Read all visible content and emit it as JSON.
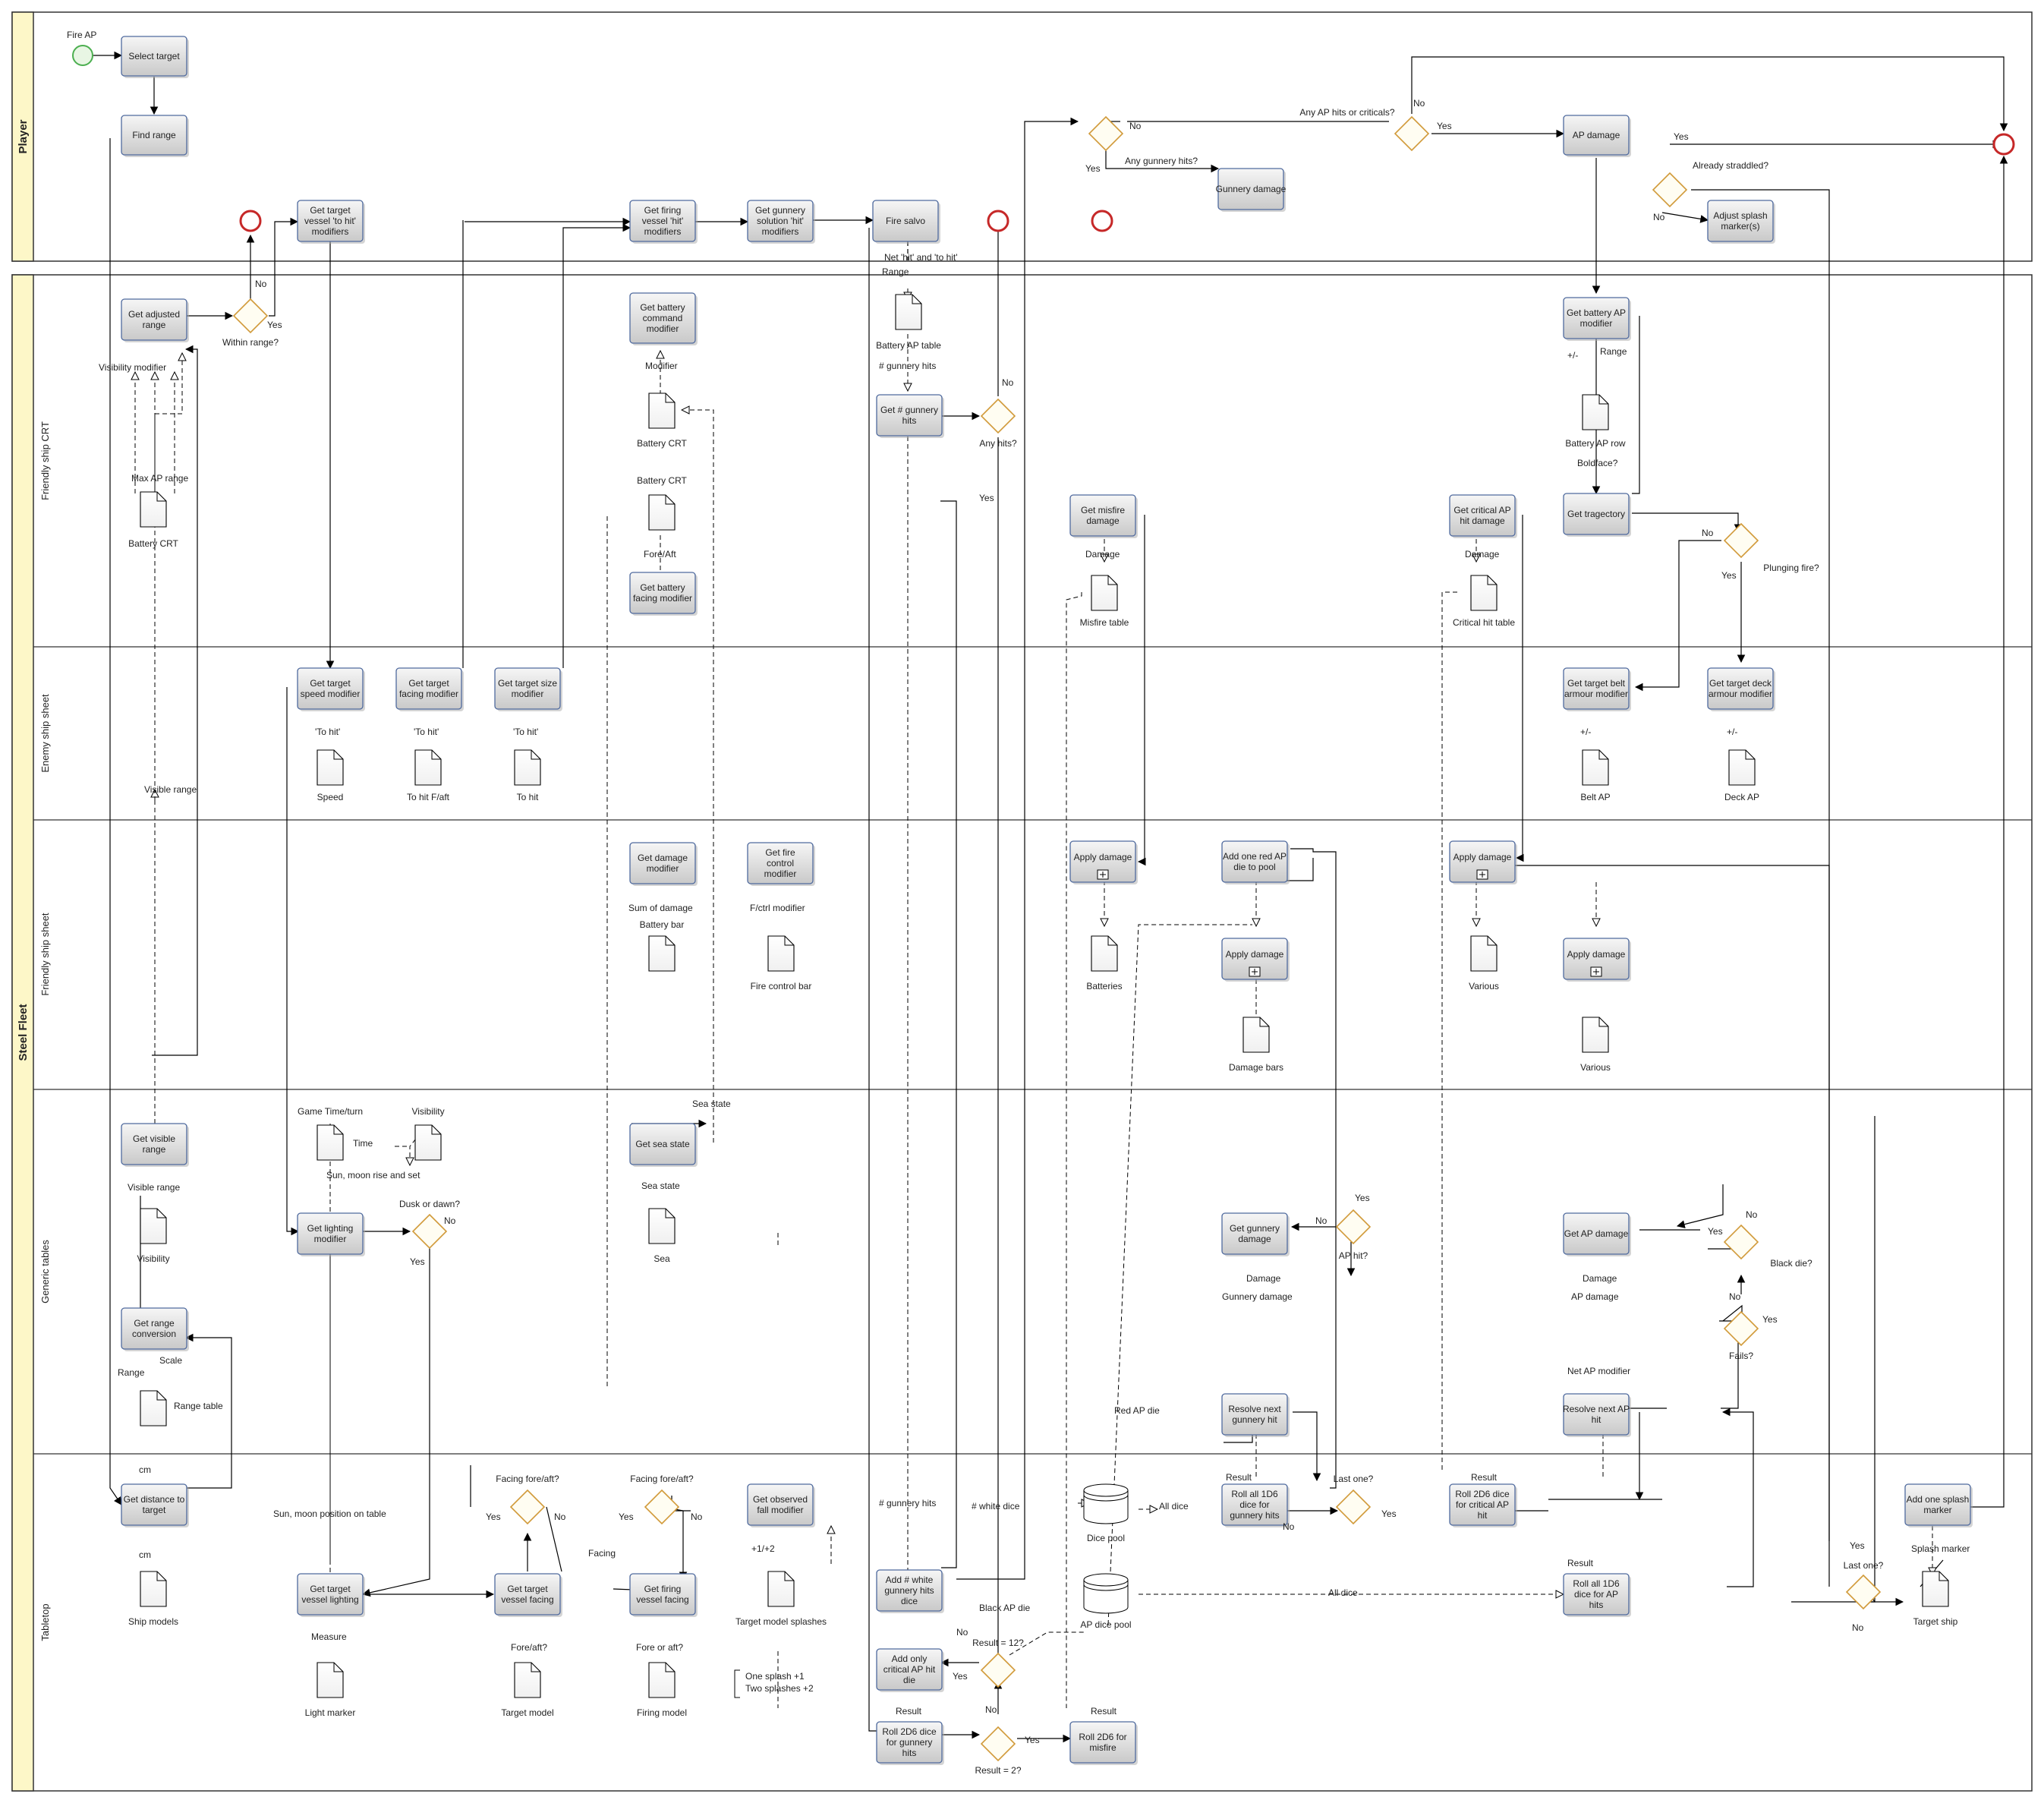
{
  "pools": [
    {
      "name": "Player"
    },
    {
      "name": "Steel Fleet"
    }
  ],
  "lanes": [
    {
      "name": "Friendly ship CRT"
    },
    {
      "name": "Enemy ship sheet"
    },
    {
      "name": "Friendly ship sheet"
    },
    {
      "name": "Generic tables"
    },
    {
      "name": "Tabletop"
    }
  ],
  "tasks": {
    "select_target": "Select target",
    "find_range": "Find range",
    "get_target_to_hit": "Get target vessel 'to hit' modifiers",
    "get_firing_to_hit": "Get firing vessel 'hit' modifiers",
    "get_gunnery_solution": "Get gunnery solution 'hit' modifiers",
    "fire_salvo": "Fire salvo",
    "gunnery_damage": "Gunnery damage",
    "ap_damage": "AP damage",
    "adjust_splash": "Adjust splash marker(s)",
    "get_adjusted_range": "Get adjusted range",
    "get_battery_command": "Get battery command modifier",
    "get_battery_facing": "Get battery facing modifier",
    "get_num_gunnery_hits": "Get # gunnery hits",
    "get_misfire_damage": "Get misfire damage",
    "get_critical_ap": "Get critical AP hit damage",
    "get_battery_ap": "Get battery AP modifier",
    "get_trajectory": "Get tragectory",
    "get_target_speed": "Get target speed modifier",
    "get_target_facing_mod": "Get target facing modifier",
    "get_target_size": "Get target size modifier",
    "get_target_belt": "Get target belt armour modifier",
    "get_target_deck": "Get target deck armour modifier",
    "get_damage_modifier": "Get damage modifier",
    "get_fire_control": "Get fire control modifier",
    "apply_damage_1": "Apply damage",
    "add_red_ap": "Add one red AP die to pool",
    "apply_damage_2": "Apply damage",
    "apply_damage_3": "Apply damage",
    "apply_damage_4": "Apply damage",
    "get_visible_range": "Get visible range",
    "get_lighting": "Get lighting modifier",
    "get_sea_state": "Get sea state",
    "get_gunnery_damage": "Get gunnery damage",
    "get_ap_damage": "Get AP damage",
    "get_range_conversion": "Get range conversion",
    "resolve_gunnery": "Resolve next gunnery hit",
    "resolve_ap": "Resolve next AP hit",
    "get_distance": "Get distance to target",
    "get_observed_fall": "Get observed fall modifier",
    "get_target_lighting": "Get target vessel lighting",
    "get_target_facing": "Get target vessel facing",
    "get_firing_facing": "Get firing vessel facing",
    "add_white_dice": "Add # white gunnery hits dice",
    "add_critical_die": "Add only critical AP hit die",
    "roll_2d6_gunnery": "Roll 2D6 dice for gunnery hits",
    "roll_misfire": "Roll 2D6 for misfire",
    "roll_1d6_gunnery": "Roll all 1D6 dice for gunnery hits",
    "roll_2d6_critical": "Roll 2D6 dice for critical AP hit",
    "roll_1d6_ap": "Roll all 1D6 dice for AP hits",
    "add_splash_marker": "Add one splash marker"
  },
  "gateways": {
    "within_range": "Within range?",
    "any_hits": "Any hits?",
    "any_ap_or_critical": "Any AP hits or criticals?",
    "any_gunnery": "Any gunnery hits?",
    "already_straddled": "Already straddled?",
    "plunging_fire": "Plunging fire?",
    "dusk_or_dawn": "Dusk or dawn?",
    "ap_hit": "AP hit?",
    "black_die": "Black die?",
    "fails": "Fails?",
    "facing_fore_aft_1": "Facing fore/aft?",
    "facing_fore_aft_2": "Facing fore/aft?",
    "last_one_1": "Last one?",
    "last_one_2": "Last one?",
    "result_12": "Result = 12?",
    "result_2": "Result = 2?"
  },
  "documents": {
    "battery_crt_1": "Battery CRT",
    "battery_crt_2": "Battery CRT",
    "battery_crt_3": "Battery CRT",
    "battery_ap_table": "Battery AP table",
    "battery_ap_row": "Battery AP row",
    "misfire_table": "Misfire table",
    "critical_hit_table": "Critical hit table",
    "speed": "Speed",
    "to_hit_faft": "To hit F/aft",
    "to_hit": "To hit",
    "belt_ap": "Belt AP",
    "deck_ap": "Deck AP",
    "battery_bar": "Battery bar",
    "fire_control_bar": "Fire control bar",
    "batteries": "Batteries",
    "damage_bars": "Damage bars",
    "various_1": "Various",
    "various_2": "Various",
    "game_time": "Game Time/turn",
    "visibility_top": "Visibility",
    "visibility": "Visibility",
    "sea": "Sea",
    "range_table": "Range table",
    "ship_models": "Ship models",
    "light_marker": "Light marker",
    "target_model": "Target model",
    "firing_model": "Firing model",
    "target_model_splashes": "Target model splashes",
    "target_ship": "Target ship",
    "dice_pool": "Dice pool",
    "ap_dice_pool": "AP dice pool",
    "annotation_line1": "One splash +1",
    "annotation_line2": "Two splashes +2"
  },
  "events": {
    "fire_ap": "Fire AP"
  },
  "flow_labels": {
    "yes": "Yes",
    "no": "No",
    "visibility_modifier": "Visibility modifier",
    "max_ap_range": "Max AP range",
    "visible_range_flow": "Visible range",
    "visible_range": "Visible range",
    "modifier": "Modifier",
    "fore_aft": "Fore/Aft",
    "net_hit": "Net 'hit' and 'to hit'",
    "range": "Range",
    "num_gunnery_hits": "# gunnery hits",
    "num_gunnery_hits_2": "# gunnery hits",
    "plus_minus": "+/-",
    "range_2": "Range",
    "boldface": "Boldface?",
    "damage": "Damage",
    "damage_2": "Damage",
    "to_hit_q1": "'To hit'",
    "to_hit_q2": "'To hit'",
    "to_hit_q3": "'To hit'",
    "plus_minus_2": "+/-",
    "plus_minus_3": "+/-",
    "sum_of_damage": "Sum of damage",
    "fctrl_modifier": "F/ctrl modifier",
    "time": "Time",
    "sun_moon": "Sun, moon rise and set",
    "sea_state": "Sea state",
    "sea_state_2": "Sea state",
    "gunnery_damage": "Gunnery damage",
    "ap_damage": "AP damage",
    "net_ap_modifier": "Net AP modifier",
    "damage_3": "Damage",
    "damage_4": "Damage",
    "scale": "Scale",
    "range_3": "Range",
    "cm": "cm",
    "cm_2": "cm",
    "sun_moon_table": "Sun, moon position on table",
    "measure": "Measure",
    "fore_aft_q": "Fore/aft?",
    "fore_or_aft": "Fore or aft?",
    "facing": "Facing",
    "plus_one_two": "+1/+2",
    "white_dice": "# white dice",
    "all_dice": "All dice",
    "all_dice_2": "All dice",
    "black_ap_die": "Black AP die",
    "red_ap_die": "Red AP die",
    "result_1": "Result",
    "result_2": "Result",
    "result_3": "Result",
    "result_4": "Result",
    "result_5": "Result",
    "splash_marker": "Splash marker"
  }
}
